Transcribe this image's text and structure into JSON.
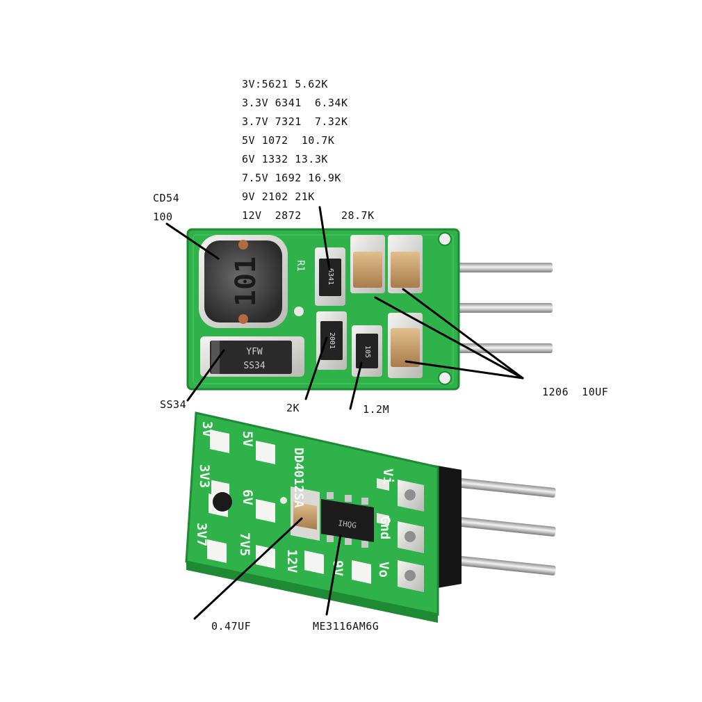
{
  "resistor_table": [
    "3V:5621 5.62K",
    "3.3V 6341  6.34K",
    "3.7V 7321  7.32K",
    "5V 1072  10.7K",
    "6V 1332 13.3K",
    "7.5V 1692 16.9K",
    "9V 2102 21K",
    "12V  2872      28.7K"
  ],
  "labels": {
    "inductor_line1": "CD54",
    "inductor_line2": "100",
    "diode": "SS34",
    "resistor_2k": "2K",
    "resistor_1_2m": "1.2M",
    "capacitors": "1206  10UF",
    "small_cap": "0.47UF",
    "ic": "ME3116AM6G"
  },
  "board_markings": {
    "diode_top": "YFW",
    "diode_bottom": "SS34",
    "inductor_code": "101",
    "r1_code": "6341",
    "r_2001": "2001",
    "r_105": "105",
    "r1_silk": "R1",
    "ic_code": "IHQG",
    "model": "DD4012SA",
    "voltages": [
      "3V",
      "5V",
      "3V3",
      "6V",
      "3V7",
      "7V5",
      "12V",
      "9V"
    ],
    "pins": [
      "Vi",
      "Gnd",
      "Vo"
    ]
  },
  "colors": {
    "pcb_green": "#2fb24a",
    "pcb_dark": "#1f8a34",
    "pad_silver": "#d9dad6",
    "cap_tan": "#c8a070",
    "pin_silver": "#c9c9c9",
    "header_black": "#151515"
  }
}
